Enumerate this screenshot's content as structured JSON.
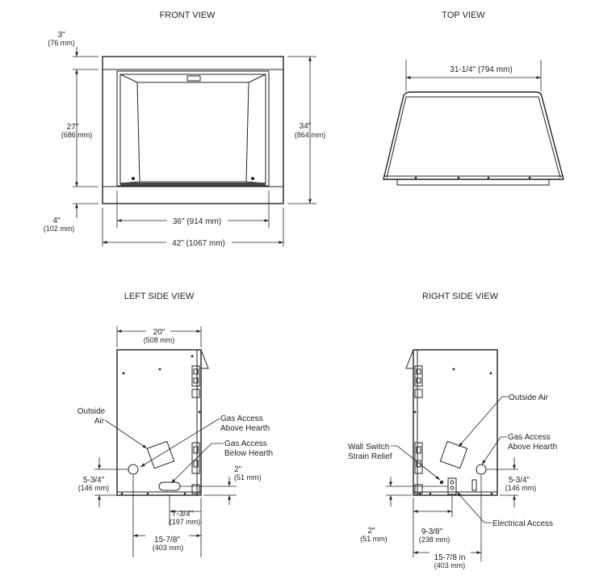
{
  "views": {
    "front": {
      "title": "FRONT VIEW",
      "top_offset": {
        "imperial": "3\"",
        "metric": "(76 mm)"
      },
      "opening_height": {
        "imperial": "27\"",
        "metric": "(686 mm)"
      },
      "overall_height": {
        "imperial": "34\"",
        "metric": "(864 mm)"
      },
      "bottom_offset": {
        "imperial": "4\"",
        "metric": "(102 mm)"
      },
      "opening_width": {
        "text": "36\" (914 mm)"
      },
      "overall_width": {
        "text": "42\" (1067 mm)"
      }
    },
    "top": {
      "title": "TOP VIEW",
      "width": {
        "text": "31-1/4\" (794 mm)"
      }
    },
    "left": {
      "title": "LEFT SIDE VIEW",
      "depth": {
        "imperial": "20\"",
        "metric": "(508 mm)"
      },
      "outside_air": {
        "line1": "Outside",
        "line2": "Air"
      },
      "gas_above": {
        "line1": "Gas Access",
        "line2": "Above Hearth"
      },
      "gas_below": {
        "line1": "Gas Access",
        "line2": "Below Hearth"
      },
      "height_offset": {
        "imperial": "5-3/4\"",
        "metric": "(146 mm)"
      },
      "bottom_offset": {
        "imperial": "2\"",
        "metric": "(51 mm)"
      },
      "gas_offset": {
        "imperial": "7-3/4\"",
        "metric": "(197 mm)"
      },
      "outside_air_offset": {
        "imperial": "15-7/8\"",
        "metric": "(403 mm)"
      }
    },
    "right": {
      "title": "RIGHT SIDE VIEW",
      "outside_air": {
        "text": "Outside Air"
      },
      "gas_above": {
        "line1": "Gas Access",
        "line2": "Above Hearth"
      },
      "wall_switch": {
        "line1": "Wall Switch",
        "line2": "Strain Relief"
      },
      "height_offset": {
        "imperial": "5-3/4\"",
        "metric": "(146 mm)"
      },
      "bottom_offset": {
        "imperial": "2\"",
        "metric": "(51 mm)"
      },
      "electrical_offset": {
        "imperial": "9-3/8\"",
        "metric": "(238 mm)"
      },
      "electrical": {
        "text": "Electrical Access"
      },
      "outside_air_offset": {
        "imperial": "15-7/8 in",
        "metric": "(403 mm)"
      }
    }
  }
}
